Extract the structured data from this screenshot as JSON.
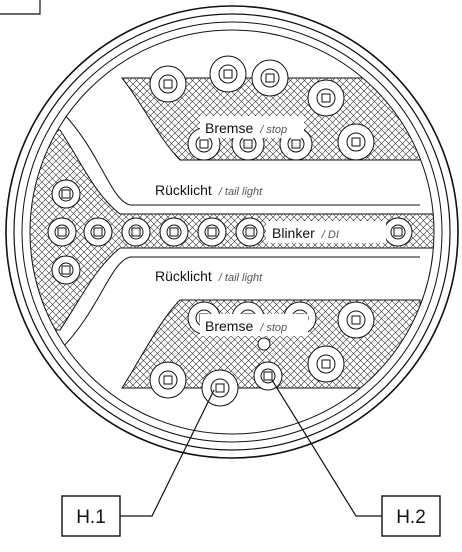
{
  "labels": {
    "brake_top": {
      "de": "Bremse",
      "en": "/ stop"
    },
    "tail_top": {
      "de": "Rücklicht",
      "en": "/ tail light"
    },
    "indicator": {
      "de": "Blinker",
      "en": "/ DI"
    },
    "tail_bottom": {
      "de": "Rücklicht",
      "en": "/ tail light"
    },
    "brake_bottom": {
      "de": "Bremse",
      "en": "/ stop"
    }
  },
  "callouts": {
    "h1": "H.1",
    "h2": "H.2"
  },
  "colors": {
    "line": "#111111",
    "hatch": "#333333",
    "background": "#ffffff"
  }
}
